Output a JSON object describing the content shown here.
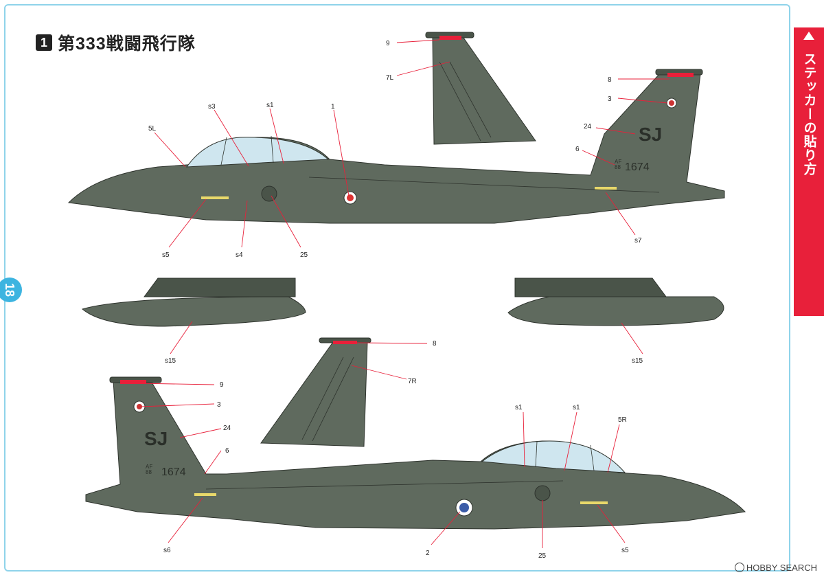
{
  "section": {
    "number": "1",
    "title": "第333戦闘飛行隊"
  },
  "side_tab": {
    "label": "ステッカーの貼り方"
  },
  "page_number": "18",
  "tail_code": "SJ",
  "serial_prefix": "AF",
  "serial_year": "88",
  "serial": "1674",
  "labels": {
    "top_tail_9": "9",
    "top_tail_7L": "7L",
    "tail_8": "8",
    "tail_3": "3",
    "tail_24": "24",
    "tail_6": "6",
    "top_s3": "s3",
    "top_s1": "s1",
    "top_1": "1",
    "top_5L": "5L",
    "top_s5": "s5",
    "top_s4": "s4",
    "top_25": "25",
    "top_s7": "s7",
    "tank_left_s15": "s15",
    "tank_right_s15": "s15",
    "mid_tail_8": "8",
    "mid_tail_7R": "7R",
    "bot_9": "9",
    "bot_3": "3",
    "bot_24": "24",
    "bot_6": "6",
    "bot_s1a": "s1",
    "bot_s1b": "s1",
    "bot_5R": "5R",
    "bot_s6": "s6",
    "bot_2": "2",
    "bot_25": "25",
    "bot_s5": "s5"
  },
  "watermark": "HOBBY SEARCH",
  "colors": {
    "jet": "#5f6a5e",
    "jet_dark": "#4a5449",
    "canopy": "#cfe6ef",
    "accent": "#e8203a",
    "leader": "#e8203a",
    "border": "#8fd3ea"
  }
}
